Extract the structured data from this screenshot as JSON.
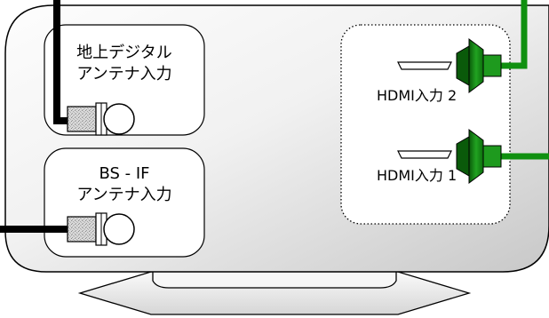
{
  "terrestrial_input": {
    "line1": "地上デジタル",
    "line2": "アンテナ入力"
  },
  "bs_if_input": {
    "line1": "BS - IF",
    "line2": "アンテナ入力"
  },
  "hdmi_input_2": {
    "label": "HDMI入力 2"
  },
  "hdmi_input_1": {
    "label": "HDMI入力 1"
  },
  "colors": {
    "hdmi_cable": "#109010",
    "antenna_cable": "#000000",
    "tv_body": "#ececec"
  }
}
